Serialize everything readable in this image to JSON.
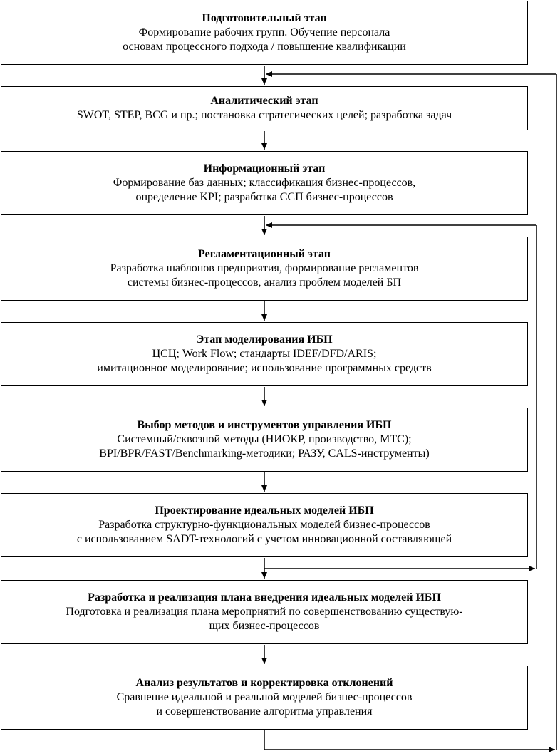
{
  "stages": [
    {
      "title": "Подготовительный этап",
      "lines": [
        "Формирование рабочих групп. Обучение персонала",
        "основам процессного подхода / повышение квалификации"
      ]
    },
    {
      "title": "Аналитический этап",
      "lines": [
        "SWOT, STEP, BCG и пр.; постановка стратегических целей; разработка задач"
      ]
    },
    {
      "title": "Информационный этап",
      "lines": [
        "Формирование баз данных; классификация бизнес-процессов,",
        "определение KPI; разработка ССП бизнес-процессов"
      ]
    },
    {
      "title": "Регламентационный этап",
      "lines": [
        "Разработка шаблонов предприятия, формирование регламентов",
        "системы бизнес-процессов, анализ проблем моделей БП"
      ]
    },
    {
      "title": "Этап моделирования ИБП",
      "lines": [
        "ЦСЦ; Work Flow; стандарты IDEF/DFD/ARIS;",
        "имитационное моделирование; использование программных средств"
      ]
    },
    {
      "title": "Выбор методов и инструментов управления ИБП",
      "lines": [
        "Системный/сквозной методы (НИОКР, производство, МТС);",
        "BPI/BPR/FAST/Benchmarking-методики; РАЗУ, CALS-инструменты)"
      ]
    },
    {
      "title": "Проектирование идеальных моделей ИБП",
      "lines": [
        "Разработка структурно-функциональных моделей бизнес-процессов",
        "с использованием SADT-технологий с учетом инновационной составляющей"
      ]
    },
    {
      "title": "Разработка и реализация плана внедрения идеальных моделей ИБП",
      "lines": [
        "Подготовка и реализация плана мероприятий по совершенствованию существую-",
        "щих бизнес-процессов"
      ]
    },
    {
      "title": "Анализ результатов и корректировка отклонений",
      "lines": [
        "Сравнение идеальной и реальной моделей бизнес-процессов",
        "и совершенствование алгоритма управления"
      ]
    }
  ]
}
